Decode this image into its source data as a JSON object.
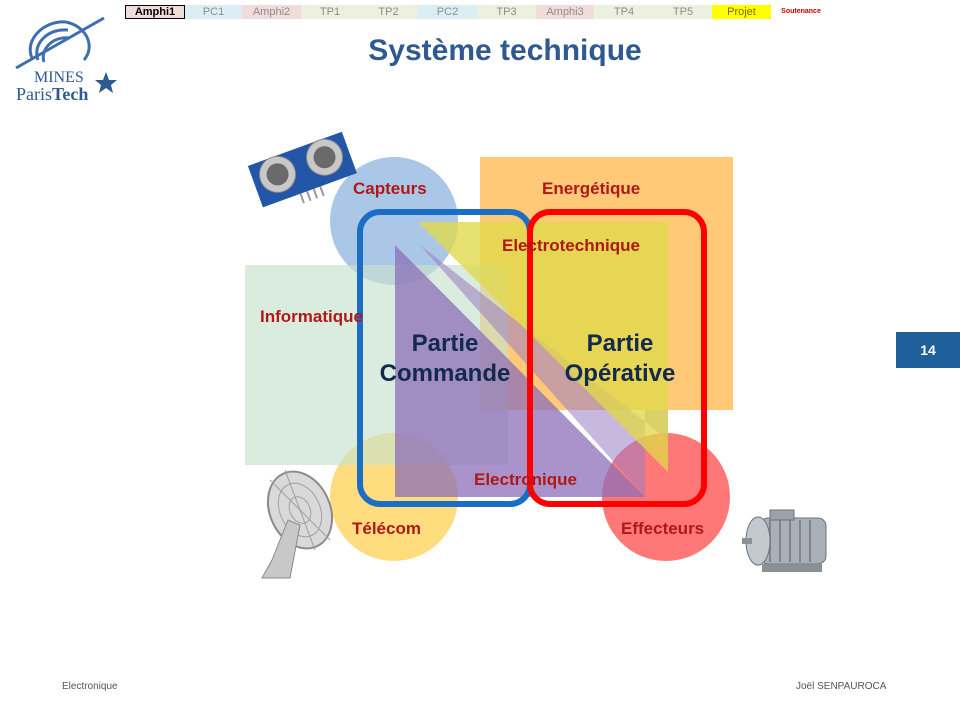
{
  "nav": {
    "items": [
      {
        "label": "Amphi1",
        "color": "#f2dcdb",
        "w": 60
      },
      {
        "label": "PC1",
        "color": "#dbeef4",
        "w": 57
      },
      {
        "label": "Amphi2",
        "color": "#f2dcdb",
        "w": 59
      },
      {
        "label": "TP1",
        "color": "#ebf1de",
        "w": 58
      },
      {
        "label": "TP2",
        "color": "#ebf1de",
        "w": 59
      },
      {
        "label": "PC2",
        "color": "#dbeef4",
        "w": 59
      },
      {
        "label": "TP3",
        "color": "#ebf1de",
        "w": 59
      },
      {
        "label": "Amphi3",
        "color": "#f2dcdb",
        "w": 58
      },
      {
        "label": "TP4",
        "color": "#ebf1de",
        "w": 60
      },
      {
        "label": "TP5",
        "color": "#ebf1de",
        "w": 58
      },
      {
        "label": "Projet",
        "color": "#ffff00",
        "w": 59
      },
      {
        "label": "Soutenance",
        "color": "#ffffff",
        "w": 60
      }
    ]
  },
  "logo": {
    "line1": "MINES",
    "line2a": "Paris",
    "line2b": "Tech"
  },
  "title": "Système technique",
  "page_number": "14",
  "diagram": {
    "capteurs": "Capteurs",
    "energetique": "Energétique",
    "electrotechnique": "Electrotechnique",
    "informatique": "Informatique",
    "partie_commande_1": "Partie",
    "partie_commande_2": "Commande",
    "partie_operative_1": "Partie",
    "partie_operative_2": "Opérative",
    "electronique": "Electronique",
    "telecom": "Télécom",
    "effecteurs": "Effecteurs"
  },
  "footer": {
    "left": "Electronique",
    "right": "Joël SENPAUROCA"
  }
}
